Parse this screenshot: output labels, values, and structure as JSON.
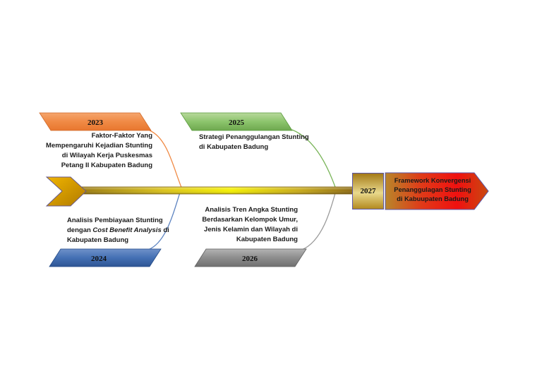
{
  "milestones": [
    {
      "year": "2023",
      "text": [
        "Faktor-Faktor Yang",
        "Mempengaruhi Kejadian Stunting",
        "di Wilayah Kerja Puskesmas",
        "Petang II Kabupaten Badung"
      ],
      "color": "#f07f3c"
    },
    {
      "year": "2024",
      "text_parts": [
        "Analisis Pembiayaan Stunting",
        "dengan ",
        "Cost Benefit Analysis",
        " di",
        "Kabupaten Badung"
      ],
      "color": "#3a66a8"
    },
    {
      "year": "2025",
      "text": [
        "Strategi Penanggulangan Stunting",
        "di Kabupaten Badung"
      ],
      "color": "#77b55a"
    },
    {
      "year": "2026",
      "text": [
        "Analisis Tren Angka Stunting",
        "Berdasarkan Kelompok Umur,",
        "Jenis Kelamin dan Wilayah di",
        "Kabupaten Badung"
      ],
      "color": "#808080"
    },
    {
      "year": "2027",
      "text": [
        "Framework Konvergensi",
        "Penanggulagan Stunting",
        "di Kabuupaten Badung"
      ],
      "color": "#d42020"
    }
  ]
}
